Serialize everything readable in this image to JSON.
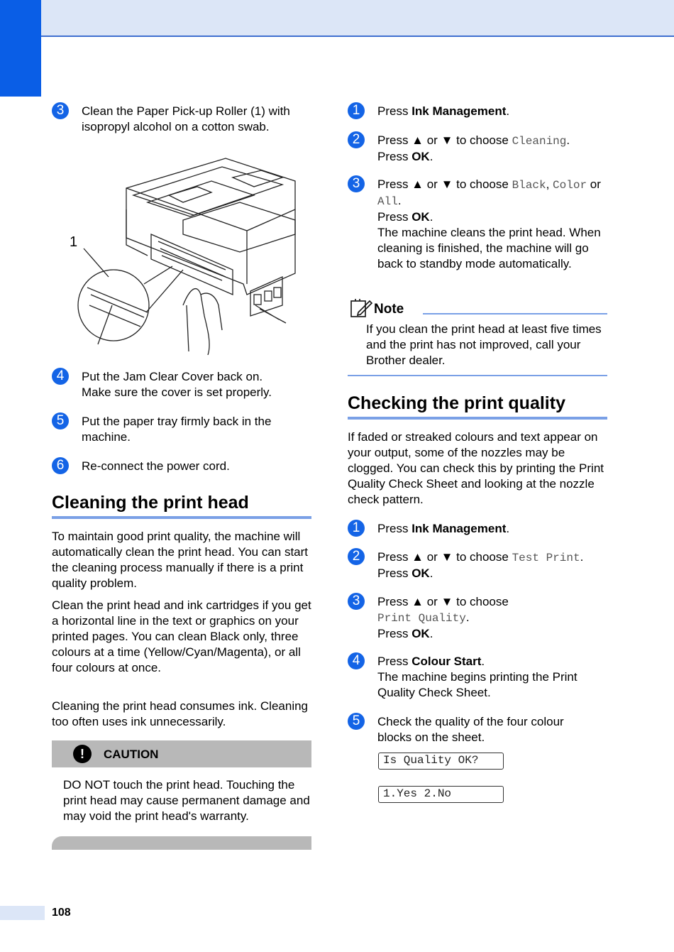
{
  "page_number": "108",
  "left": {
    "step3": {
      "num": "3",
      "text": "Clean the Paper Pick-up Roller (1) with isopropyl alcohol on a cotton swab."
    },
    "figure_callout": "1",
    "step4": {
      "num": "4",
      "line1": "Put the Jam Clear Cover back on.",
      "line2": "Make sure the cover is set properly."
    },
    "step5": {
      "num": "5",
      "text": "Put the paper tray firmly back in the machine."
    },
    "step6": {
      "num": "6",
      "text": "Re-connect the power cord."
    },
    "section_title": "Cleaning the print head",
    "para1": "To maintain good print quality, the machine will automatically clean the print head. You can start the cleaning process manually if there is a print quality problem.",
    "para2": "Clean the print head and ink cartridges if you get a horizontal line in the text or graphics on your printed pages. You can clean Black only, three colours at a time (Yellow/Cyan/Magenta), or all four colours at once.",
    "para3": "Cleaning the print head consumes ink. Cleaning too often uses ink unnecessarily.",
    "caution_label": "CAUTION",
    "caution_text": "DO NOT touch the print head. Touching the print head may cause permanent damage and may void the print head's warranty."
  },
  "right": {
    "clean_steps": {
      "s1": {
        "num": "1",
        "pre": "Press ",
        "bold": "Ink Management",
        "post": "."
      },
      "s2": {
        "num": "2",
        "pre": "Press ▲ or ▼ to choose ",
        "mono": "Cleaning",
        "post": ".",
        "line2_pre": "Press ",
        "line2_bold": "OK",
        "line2_post": "."
      },
      "s3": {
        "num": "3",
        "pre": "Press ▲ or ▼ to choose ",
        "mono1": "Black",
        "sep1": ", ",
        "mono2": "Color",
        "sep2": " or",
        "mono3": "All",
        "post": ".",
        "line_ok_pre": "Press ",
        "line_ok_bold": "OK",
        "line_ok_post": ".",
        "desc": "The machine cleans the print head. When cleaning is finished, the machine will go back to standby mode automatically."
      }
    },
    "note_title": "Note",
    "note_text": "If you clean the print head at least five times and the print has not improved, call your Brother dealer.",
    "section_title": "Checking the print quality",
    "intro": "If faded or streaked colours and text appear on your output, some of the nozzles may be clogged. You can check this by printing the Print Quality Check Sheet and looking at the nozzle check pattern.",
    "check_steps": {
      "s1": {
        "num": "1",
        "pre": "Press ",
        "bold": "Ink Management",
        "post": "."
      },
      "s2": {
        "num": "2",
        "pre": "Press ▲ or ▼ to choose ",
        "mono": "Test Print",
        "post": ".",
        "ok_pre": "Press ",
        "ok_bold": "OK",
        "ok_post": "."
      },
      "s3": {
        "num": "3",
        "pre": "Press ▲ or ▼ to choose",
        "mono": "Print Quality",
        "post": ".",
        "ok_pre": "Press ",
        "ok_bold": "OK",
        "ok_post": "."
      },
      "s4": {
        "num": "4",
        "pre": "Press ",
        "bold": "Colour Start",
        "post": ".",
        "desc": "The machine begins printing the Print Quality Check Sheet."
      },
      "s5": {
        "num": "5",
        "text": "Check the quality of the four colour blocks on the sheet."
      }
    },
    "lcd1": "Is Quality OK?",
    "lcd2": "1.Yes 2.No"
  }
}
